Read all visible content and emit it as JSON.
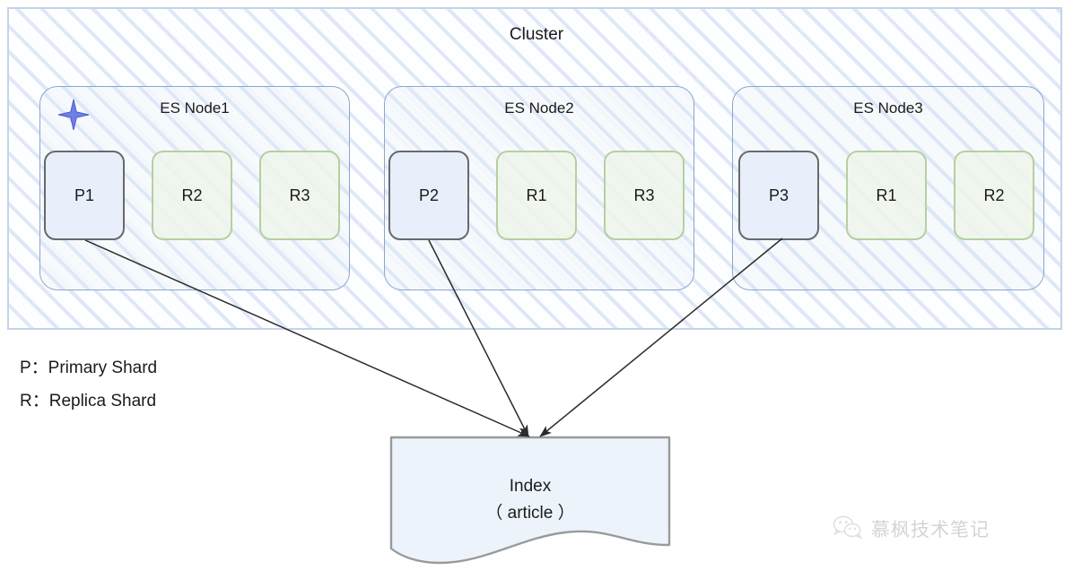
{
  "cluster": {
    "title": "Cluster",
    "border_color": "#c5d3ea",
    "hatch_color": "#c5d6f0"
  },
  "nodes": [
    {
      "name": "node-1",
      "title": "ES Node1",
      "is_master": true,
      "master_icon": "star-icon",
      "shards": [
        {
          "label": "P1",
          "type": "primary"
        },
        {
          "label": "R2",
          "type": "replica"
        },
        {
          "label": "R3",
          "type": "replica"
        }
      ]
    },
    {
      "name": "node-2",
      "title": "ES Node2",
      "is_master": false,
      "shards": [
        {
          "label": "P2",
          "type": "primary"
        },
        {
          "label": "R1",
          "type": "replica"
        },
        {
          "label": "R3",
          "type": "replica"
        }
      ]
    },
    {
      "name": "node-3",
      "title": "ES Node3",
      "is_master": false,
      "shards": [
        {
          "label": "P3",
          "type": "primary"
        },
        {
          "label": "R1",
          "type": "replica"
        },
        {
          "label": "R2",
          "type": "replica"
        }
      ]
    }
  ],
  "legend": {
    "primary": "P：Primary Shard",
    "replica": "R：Replica Shard"
  },
  "index": {
    "title": "Index",
    "subtitle": "（ article ）",
    "fill_color": "#edf3fb",
    "border_color": "#9a9a9a"
  },
  "colors": {
    "primary_shard_border": "#666a6d",
    "primary_shard_fill": "#e7eefa",
    "replica_shard_border": "#b6cfa1",
    "replica_shard_fill": "#eef5e9",
    "node_border": "#8ba5ce",
    "star": "#5b6fe0",
    "arrow": "#2b2b2b"
  },
  "watermark": {
    "text": "慕枫技术笔记",
    "icon": "wechat-icon"
  }
}
